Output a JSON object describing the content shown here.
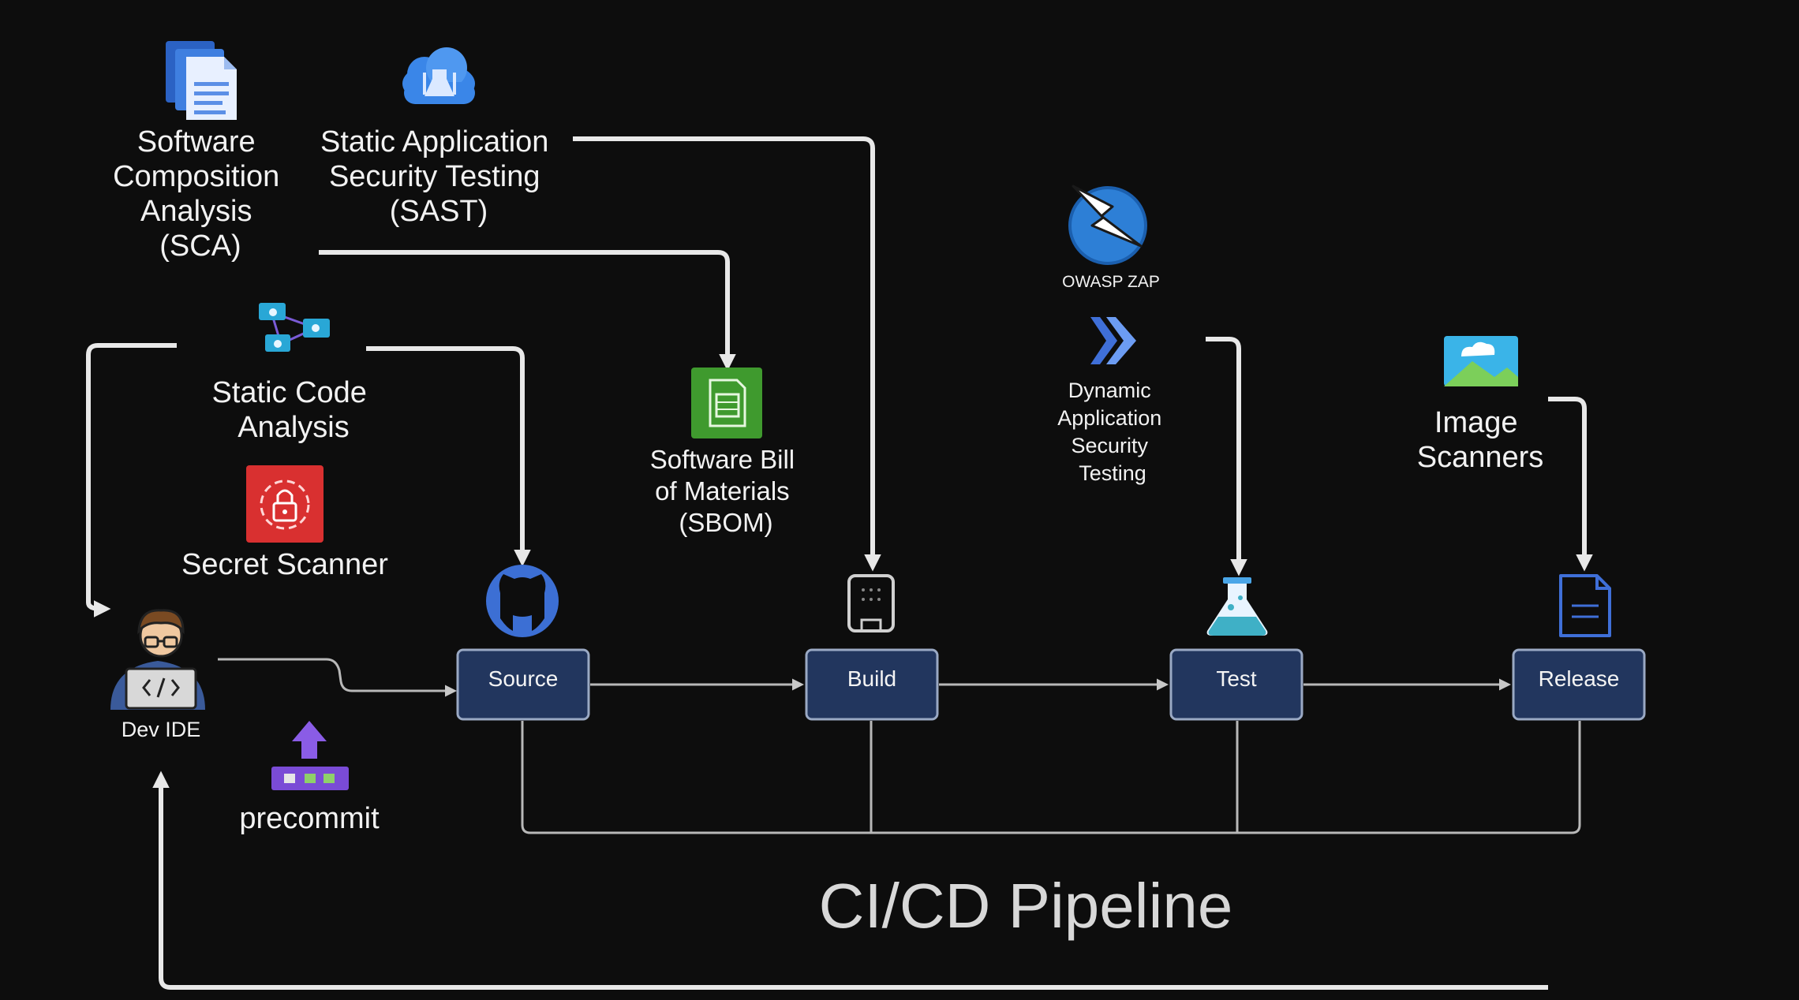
{
  "tools": {
    "sca": {
      "lines": [
        "Software",
        "Composition",
        "Analysis",
        "(SCA)"
      ],
      "icon": "documents-icon"
    },
    "sast": {
      "lines": [
        "Static Application",
        "Security Testing",
        "(SAST)"
      ],
      "icon": "cloud-flask-icon"
    },
    "static_code": {
      "lines": [
        "Static Code",
        "Analysis"
      ],
      "icon": "network-nodes-icon"
    },
    "secret_scanner": {
      "label": "Secret Scanner",
      "icon": "lock-shield-icon"
    },
    "sbom": {
      "lines": [
        "Software Bill",
        "of Materials",
        "(SBOM)"
      ],
      "icon": "document-green-icon"
    },
    "owasp_zap": {
      "label": "OWASP ZAP",
      "icon": "lightning-globe-icon"
    },
    "dast": {
      "lines": [
        "Dynamic",
        "Application",
        "Security",
        "Testing"
      ],
      "icon": "double-chevron-icon"
    },
    "image_scanners": {
      "lines": [
        "Image",
        "Scanners"
      ],
      "icon": "landscape-image-icon"
    },
    "precommit": {
      "label": "precommit",
      "icon": "upload-arrow-icon"
    }
  },
  "dev": {
    "label": "Dev IDE",
    "icon": "developer-avatar-icon"
  },
  "stages": [
    {
      "label": "Source",
      "icon": "github-icon"
    },
    {
      "label": "Build",
      "icon": "device-icon"
    },
    {
      "label": "Test",
      "icon": "flask-icon"
    },
    {
      "label": "Release",
      "icon": "file-icon"
    }
  ],
  "pipeline_title": "CI/CD Pipeline",
  "colors": {
    "background": "#0d0d0d",
    "stage_fill": "#22365e",
    "stage_border": "#9aa9c4",
    "connector": "#e8e8e8",
    "sbom_green": "#3f9a2e",
    "secret_red": "#d93030",
    "precommit_purple": "#7a4bd6"
  }
}
